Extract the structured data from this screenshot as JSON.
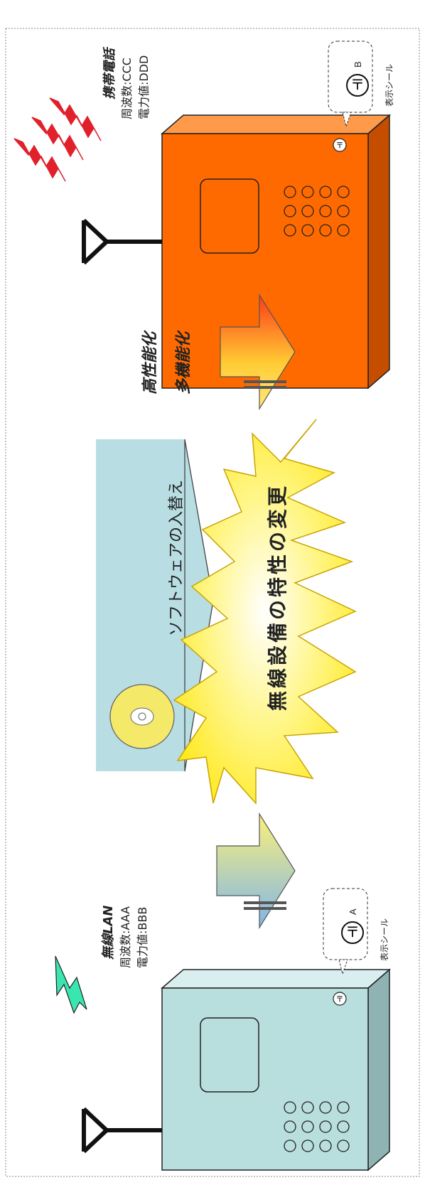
{
  "device_before": {
    "type": "無線LAN",
    "frequency": "周波数:AAA",
    "power": "電力値:BBB",
    "label_mark": "A",
    "label_caption": "表示シール"
  },
  "device_after": {
    "type": "携帯電話",
    "frequency": "周波数:CCC",
    "power": "電力値:DDD",
    "label_mark": "B",
    "label_caption": "表示シール"
  },
  "software_replace": "ソフトウェアの入替え",
  "center_change": "無線設備の特性の変更",
  "improvements": [
    "高性能化",
    "多機能化"
  ],
  "colors": {
    "device_before": "#b9dede",
    "device_after": "#ff6a00",
    "software_band": "#b8dde3",
    "burst": "#fff34a",
    "signal_before": "#39e6b0",
    "signal_after": "#e0202a"
  },
  "icons": [
    "antenna-icon",
    "cd-disc-icon",
    "giteki-mark-icon",
    "signal-bolt-icon"
  ]
}
